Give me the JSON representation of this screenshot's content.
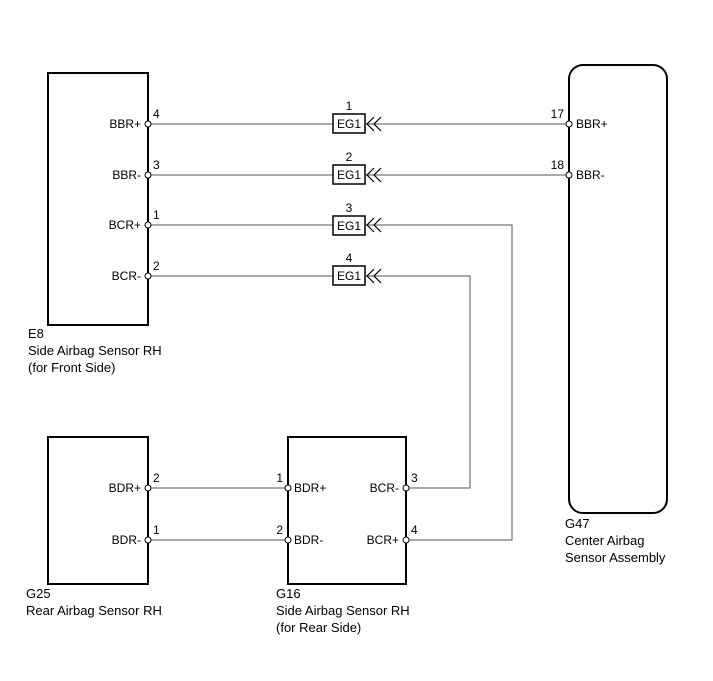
{
  "components": {
    "e8": {
      "code": "E8",
      "name": "Side Airbag Sensor RH",
      "note": "(for Front Side)",
      "pins": [
        {
          "num": "4",
          "label": "BBR+"
        },
        {
          "num": "3",
          "label": "BBR-"
        },
        {
          "num": "1",
          "label": "BCR+"
        },
        {
          "num": "2",
          "label": "BCR-"
        }
      ]
    },
    "g47": {
      "code": "G47",
      "name": "Center Airbag",
      "note": "Sensor Assembly",
      "pins": [
        {
          "num": "17",
          "label": "BBR+"
        },
        {
          "num": "18",
          "label": "BBR-"
        }
      ]
    },
    "g25": {
      "code": "G25",
      "name": "Rear Airbag Sensor RH",
      "pins": [
        {
          "num": "2",
          "label": "BDR+"
        },
        {
          "num": "1",
          "label": "BDR-"
        }
      ]
    },
    "g16": {
      "code": "G16",
      "name": "Side Airbag Sensor RH",
      "note": "(for Rear Side)",
      "left_pins": [
        {
          "num": "1",
          "label": "BDR+"
        },
        {
          "num": "2",
          "label": "BDR-"
        }
      ],
      "right_pins": [
        {
          "num": "3",
          "label": "BCR-"
        },
        {
          "num": "4",
          "label": "BCR+"
        }
      ]
    }
  },
  "connectors": [
    {
      "num": "1",
      "label": "EG1"
    },
    {
      "num": "2",
      "label": "EG1"
    },
    {
      "num": "3",
      "label": "EG1"
    },
    {
      "num": "4",
      "label": "EG1"
    }
  ]
}
